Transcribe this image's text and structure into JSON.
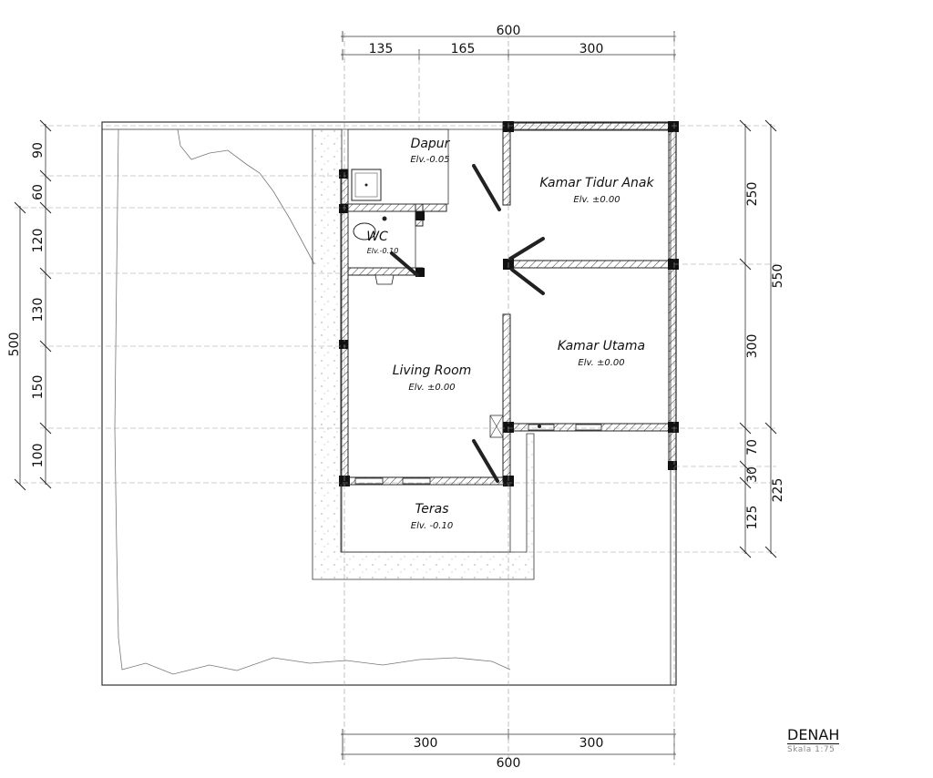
{
  "drawing": {
    "title": "DENAH",
    "scale": "Skala 1:75"
  },
  "rooms": {
    "dapur": {
      "name": "Dapur",
      "elv": "Elv.-0.05"
    },
    "kamar_anak": {
      "name": "Kamar Tidur Anak",
      "elv": "Elv. ±0.00"
    },
    "wc": {
      "name": "WC",
      "elv": "Elv.-0.10"
    },
    "kamar_utama": {
      "name": "Kamar Utama",
      "elv": "Elv. ±0.00"
    },
    "living": {
      "name": "Living Room",
      "elv": "Elv. ±0.00"
    },
    "teras": {
      "name": "Teras",
      "elv": "Elv. -0.10"
    }
  },
  "dimensions": {
    "top_total": "600",
    "top_segments": [
      "135",
      "165",
      "300"
    ],
    "bottom_total": "600",
    "bottom_segments": [
      "300",
      "300"
    ],
    "left_total": "500",
    "left_segments": [
      "90",
      "60",
      "120",
      "130",
      "150",
      "100"
    ],
    "right_total": "550",
    "right_total_2": "225",
    "right_segments": [
      "250",
      "300",
      "70",
      "30",
      "125"
    ]
  }
}
